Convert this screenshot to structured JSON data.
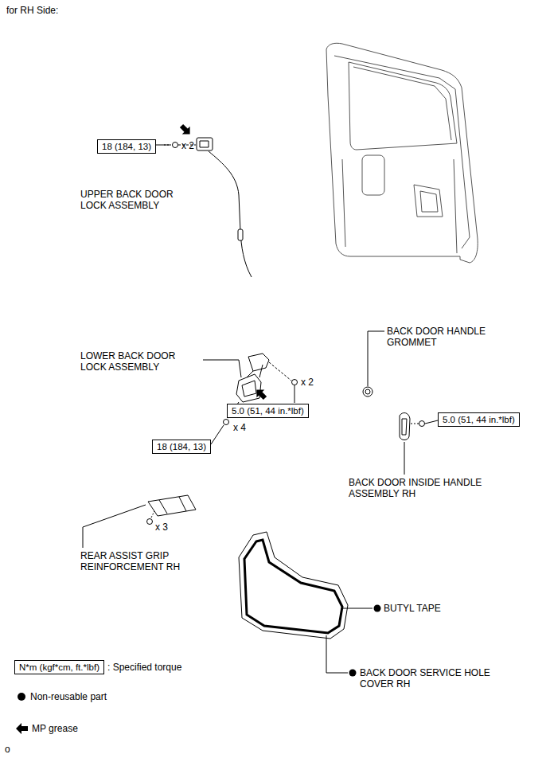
{
  "diagram": {
    "nodes": [
      {
        "text": [
          "18 (184, 13)"
        ]
      },
      {
        "text": [
          "5.0 (51, 44 in.*lbf)"
        ]
      },
      {
        "text": [
          "18 (184, 13)"
        ]
      },
      {
        "text": [
          "5.0 (51, 44 in.*lbf)"
        ]
      },
      {
        "text": [
          "N*m (kgf*cm, ft.*lbf)"
        ]
      }
    ],
    "labels": [
      "for RH Side:",
      "UPPER BACK DOOR LOCK ASSEMBLY",
      "x 2",
      "LOWER BACK DOOR LOCK ASSEMBLY",
      "x 2",
      "x 4",
      "BACK DOOR HANDLE GROMMET",
      "BACK DOOR INSIDE HANDLE ASSEMBLY RH",
      "REAR ASSIST GRIP REINFORCEMENT RH",
      "x 3",
      "BUTYL TAPE",
      "BACK DOOR SERVICE HOLE COVER RH",
      "o"
    ],
    "legend": [
      {
        "text": ": Specified torque"
      },
      {
        "text": "Non-reusable part"
      },
      {
        "text": "MP grease"
      }
    ]
  }
}
